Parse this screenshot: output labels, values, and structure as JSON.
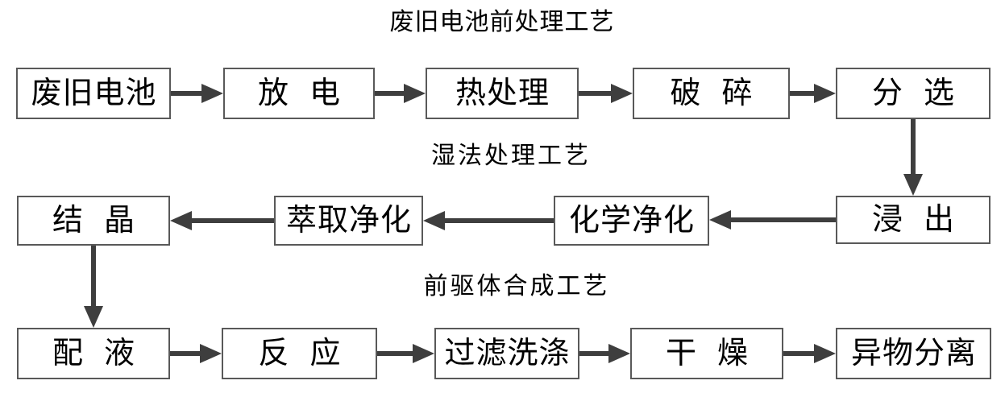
{
  "diagram": {
    "titles": [
      {
        "id": "pretreatment",
        "text": "废旧电池前处理工艺"
      },
      {
        "id": "wet-process",
        "text": "湿法处理工艺"
      },
      {
        "id": "precursor-synthesis",
        "text": "前驱体合成工艺"
      }
    ],
    "boxes": [
      {
        "id": "waste-battery",
        "label": "废旧电池",
        "section": "pretreatment"
      },
      {
        "id": "discharge",
        "label": "放电",
        "section": "pretreatment"
      },
      {
        "id": "heat-treatment",
        "label": "热处理",
        "section": "pretreatment"
      },
      {
        "id": "crushing",
        "label": "破碎",
        "section": "pretreatment"
      },
      {
        "id": "sorting",
        "label": "分选",
        "section": "pretreatment"
      },
      {
        "id": "leaching",
        "label": "浸出",
        "section": "wet-process"
      },
      {
        "id": "chemical-purification",
        "label": "化学净化",
        "section": "wet-process"
      },
      {
        "id": "extraction-purification",
        "label": "萃取净化",
        "section": "wet-process"
      },
      {
        "id": "crystallization",
        "label": "结晶",
        "section": "wet-process"
      },
      {
        "id": "solution-preparation",
        "label": "配液",
        "section": "precursor-synthesis"
      },
      {
        "id": "reaction",
        "label": "反应",
        "section": "precursor-synthesis"
      },
      {
        "id": "filter-washing",
        "label": "过滤洗涤",
        "section": "precursor-synthesis"
      },
      {
        "id": "drying",
        "label": "干燥",
        "section": "precursor-synthesis"
      },
      {
        "id": "foreign-matter-separation",
        "label": "异物分离",
        "section": "precursor-synthesis"
      }
    ],
    "connections": [
      {
        "from": "waste-battery",
        "to": "discharge",
        "direction": "right"
      },
      {
        "from": "discharge",
        "to": "heat-treatment",
        "direction": "right"
      },
      {
        "from": "heat-treatment",
        "to": "crushing",
        "direction": "right"
      },
      {
        "from": "crushing",
        "to": "sorting",
        "direction": "right"
      },
      {
        "from": "sorting",
        "to": "leaching",
        "direction": "down"
      },
      {
        "from": "leaching",
        "to": "chemical-purification",
        "direction": "left"
      },
      {
        "from": "chemical-purification",
        "to": "extraction-purification",
        "direction": "left"
      },
      {
        "from": "extraction-purification",
        "to": "crystallization",
        "direction": "left"
      },
      {
        "from": "crystallization",
        "to": "solution-preparation",
        "direction": "down"
      },
      {
        "from": "solution-preparation",
        "to": "reaction",
        "direction": "right"
      },
      {
        "from": "reaction",
        "to": "filter-washing",
        "direction": "right"
      },
      {
        "from": "filter-washing",
        "to": "drying",
        "direction": "right"
      },
      {
        "from": "drying",
        "to": "foreign-matter-separation",
        "direction": "right"
      }
    ],
    "colors": {
      "background": "#ffffff",
      "box_fill": "#ffffff",
      "box_border": "#595959",
      "arrow": "#3e3e3e",
      "text": "#000000"
    }
  }
}
